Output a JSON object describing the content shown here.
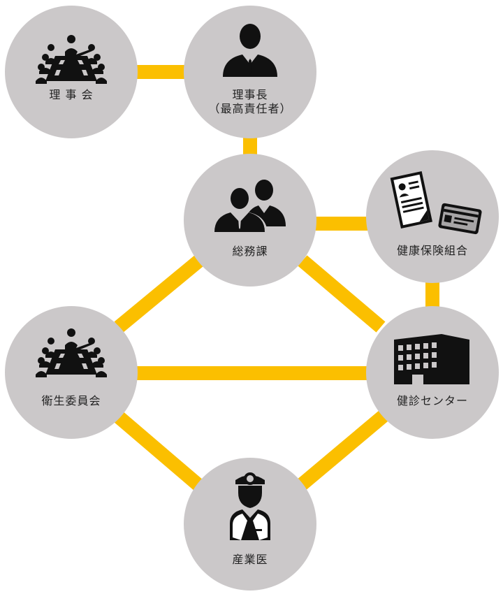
{
  "colors": {
    "connector": "#fbbf00",
    "node_fill": "#cbc8c9",
    "icon": "#111111",
    "text": "#222222"
  },
  "nodes": {
    "board": {
      "label": "理 事 会",
      "icon": "meeting-icon"
    },
    "chairman": {
      "label_line1": "理事長",
      "label_line2": "（最高責任者）",
      "icon": "businessman-icon"
    },
    "general_affairs": {
      "label": "総務課",
      "icon": "staff-group-icon"
    },
    "health_insurance": {
      "label": "健康保険組合",
      "icon": "insurance-document-icon"
    },
    "health_committee": {
      "label": "衛生委員会",
      "icon": "meeting-icon"
    },
    "checkup_center": {
      "label": "健診センター",
      "icon": "building-icon"
    },
    "occupational_physician": {
      "label": "産業医",
      "icon": "doctor-icon"
    }
  }
}
